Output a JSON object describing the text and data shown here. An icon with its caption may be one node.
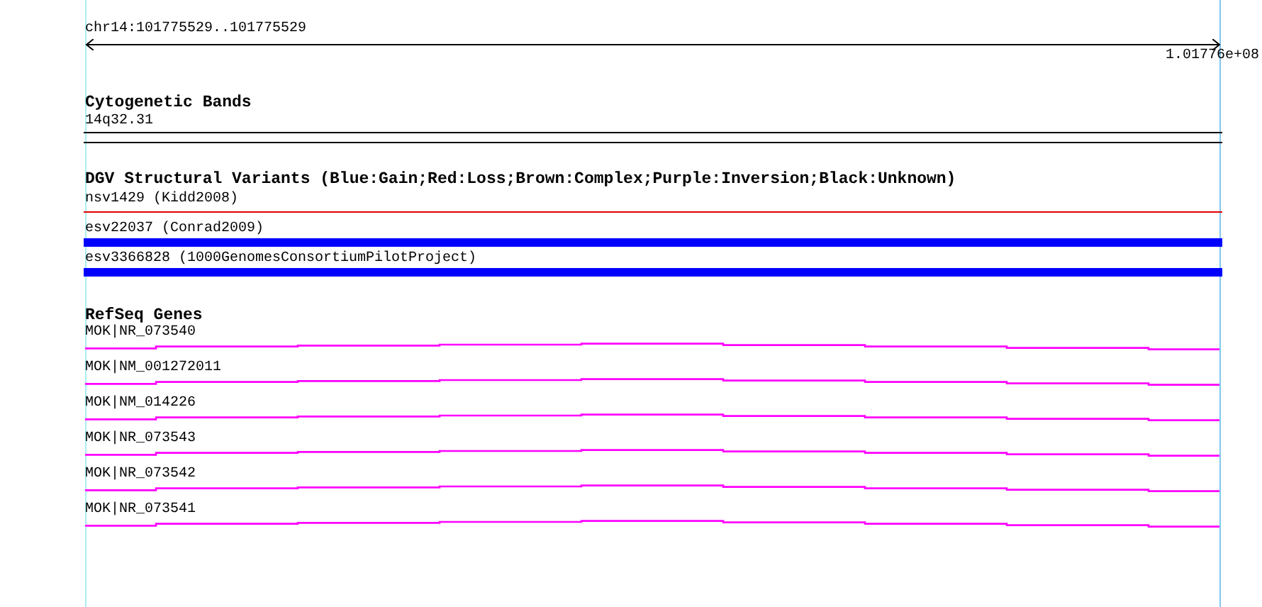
{
  "diagram": {
    "labels": [
      "chr14:101775529..101775529",
      "1.01776e+08",
      "Cytogenetic Bands",
      "14q32.31",
      "DGV Structural Variants (Blue:Gain;Red:Loss;Brown:Complex;Purple:Inversion;Black:Unknown)",
      "nsv1429 (Kidd2008)",
      "esv22037 (Conrad2009)",
      "esv3366828 (1000GenomesConsortiumPilotProject)",
      "RefSeq Genes",
      "MOK|NR_073540",
      "MOK|NM_001272011",
      "MOK|NM_014226",
      "MOK|NR_073543",
      "MOK|NR_073542",
      "MOK|NR_073541"
    ]
  }
}
